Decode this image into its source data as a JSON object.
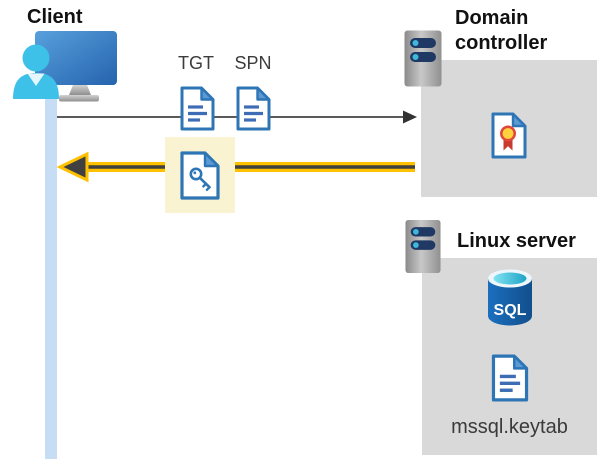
{
  "client": {
    "title": "Client"
  },
  "request_flow": {
    "tgt_label": "TGT",
    "spn_label": "SPN",
    "direction": "client-to-domain-controller"
  },
  "response_flow": {
    "direction": "domain-controller-to-client",
    "content": "key-document (service ticket)"
  },
  "domain_controller": {
    "title": "Domain controller"
  },
  "linux_server": {
    "title": "Linux server",
    "sql_label": "SQL",
    "keytab_label": "mssql.keytab"
  },
  "icons": {
    "client": "person-at-monitor-icon",
    "domain_controller": "server-icon",
    "linux_server": "server-icon",
    "tgt": "document-icon",
    "spn": "document-icon",
    "response_ticket": "key-document-icon",
    "certificate": "certificate-icon",
    "database": "sql-database-icon",
    "keytab": "document-icon"
  },
  "colors": {
    "box_gray": "#d9d9d9",
    "highlight_yellow": "#faf3d2",
    "arrow_yellow": "#ffc000",
    "arrow_dark": "#404040",
    "request_line_gray": "#5a5a5a",
    "client_bar_blue": "#c7ddf6",
    "doc_border_blue": "#2e75b6",
    "doc_fold_blue": "#5b9bd5",
    "doc_line_blue": "#3e6db5",
    "person_cyan": "#3ec1e9",
    "monitor_blue": "#2e75b6",
    "server_slot_navy": "#1f3864",
    "server_dot_cyan": "#3fb8d9",
    "sql_blue": "#1b6fc0",
    "cert_ribbon_red": "#d0392e",
    "cert_seal_yellow": "#ffd23e"
  }
}
